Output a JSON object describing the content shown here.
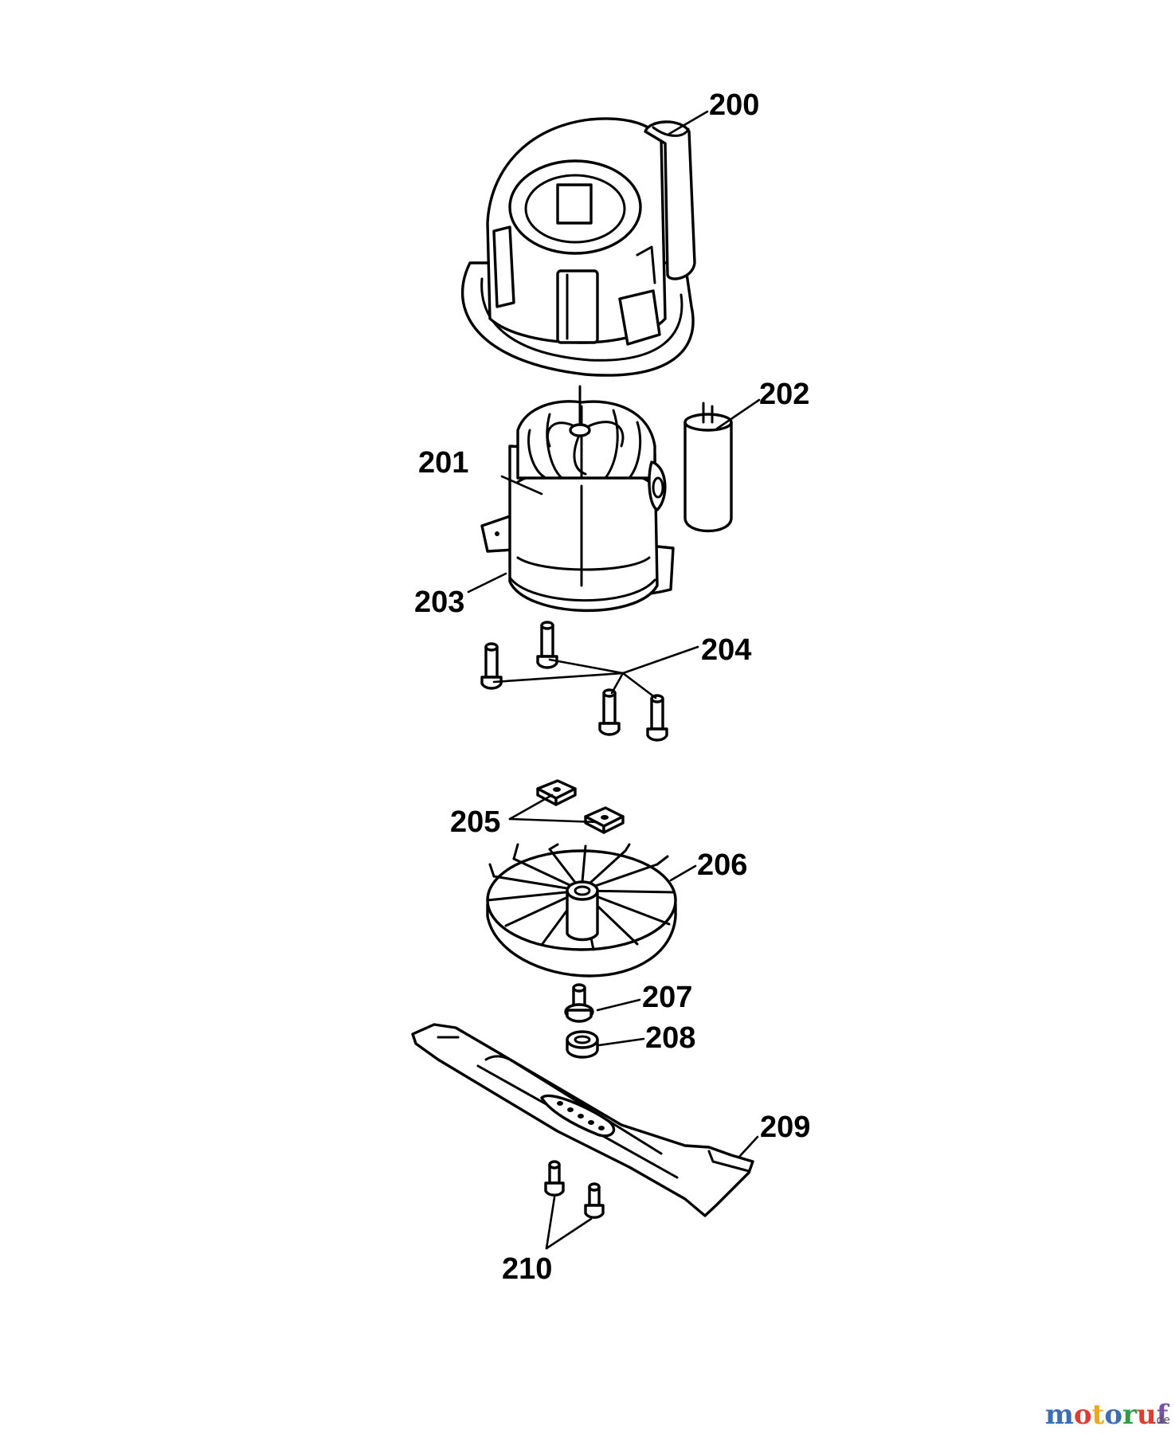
{
  "callouts": {
    "c200": "200",
    "c201": "201",
    "c202": "202",
    "c203": "203",
    "c204": "204",
    "c205": "205",
    "c206": "206",
    "c207": "207",
    "c208": "208",
    "c209": "209",
    "c210": "210"
  },
  "watermark": {
    "m": "m",
    "o1": "o",
    "t": "t",
    "o2": "o",
    "r": "r",
    "u": "u",
    "f": "f",
    "tld": ".de"
  },
  "colors": {
    "line": "#000000",
    "background": "#ffffff",
    "watermark": [
      "#3a6fb5",
      "#e23b2e",
      "#f2a71b",
      "#3a6fb5",
      "#2f9e44",
      "#e23b2e",
      "#7a4fb0",
      "#555555"
    ]
  }
}
